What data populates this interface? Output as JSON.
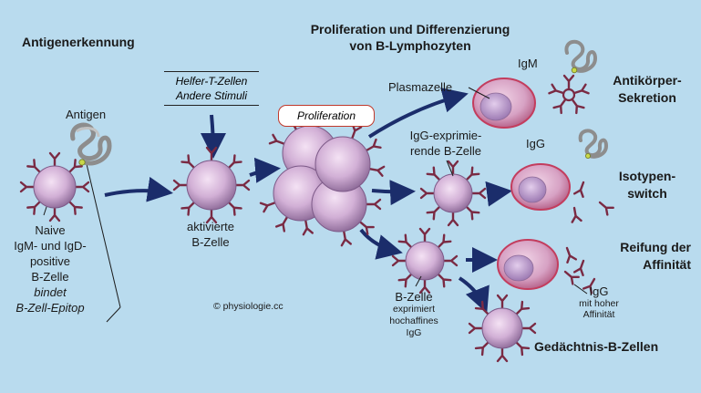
{
  "headings": {
    "antigen_recognition": "Antigenerkennung",
    "proliferation_line1": "Proliferation und Differenzierung",
    "proliferation_line2": "von B-Lymphozyten"
  },
  "labels": {
    "antigen": "Antigen",
    "naive_lines": [
      "Naive",
      "IgM- und IgD-",
      "positive",
      "B-Zelle"
    ],
    "binds_lines": [
      "bindet",
      "B-Zell-Epitop"
    ],
    "helper_lines": [
      "Helfer-T-Zellen",
      "Andere Stimuli"
    ],
    "activated_lines": [
      "aktivierte",
      "B-Zelle"
    ],
    "proliferation_box": "Proliferation",
    "plasma_cell": "Plasmazelle",
    "igg_expressing_lines": [
      "IgG-exprimie-",
      "rende B-Zelle"
    ],
    "igm": "IgM",
    "igg": "IgG",
    "antibody_secretion_lines": [
      "Antikörper-",
      "Sekretion"
    ],
    "isotype_switch_lines": [
      "Isotypen-",
      "switch"
    ],
    "affinity_maturation_lines": [
      "Reifung der",
      "Affinität"
    ],
    "igg_high_affinity_main": "IgG",
    "igg_high_affinity_small_lines": [
      "mit hoher",
      "Affinität"
    ],
    "bcell_high_affinity_main": "B-Zelle",
    "bcell_high_affinity_small_lines": [
      "exprimiert",
      "hochaffines",
      "IgG"
    ],
    "memory_cells": "Gedächtnis-B-Zellen",
    "copyright": "© physiologie.cc"
  },
  "colors": {
    "background": "#b9dbee",
    "cell_light": "#efd4ef",
    "cell_mid": "#c9a5cf",
    "cell_dark": "#8d6a98",
    "plasma_membrane": "#c33d5e",
    "nucleus": "#b58fc4",
    "receptor": "#7a2a43",
    "arrow": "#1b2d6b",
    "antigen_grey": "#9a9a9a",
    "epitope": "#c9d84a",
    "box_border": "#c0392b"
  }
}
